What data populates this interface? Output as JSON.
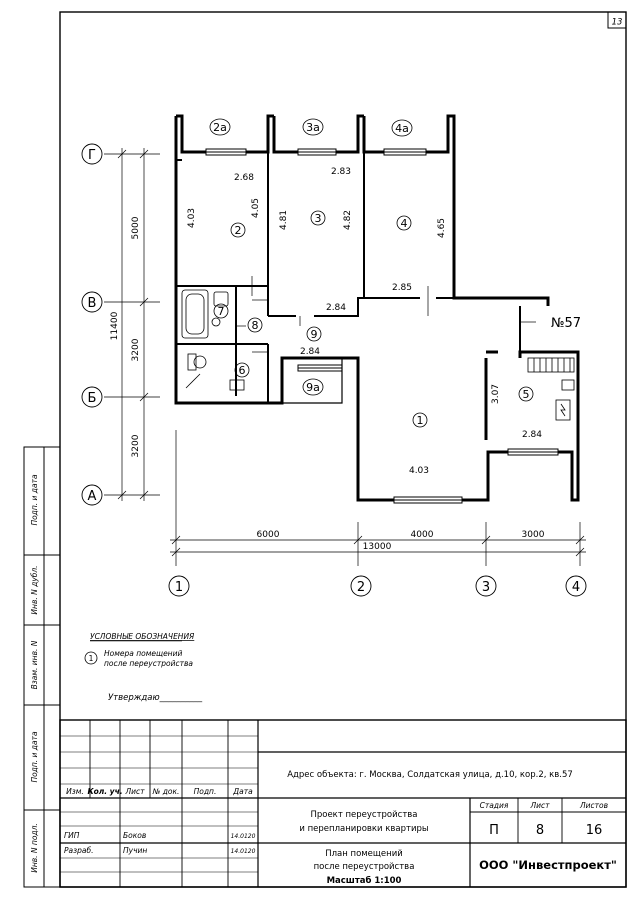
{
  "sheet_number": "13",
  "plan": {
    "apartment_label": "№57",
    "rooms": [
      {
        "id": "1",
        "label": "1"
      },
      {
        "id": "2",
        "label": "2"
      },
      {
        "id": "3",
        "label": "3"
      },
      {
        "id": "4",
        "label": "4"
      },
      {
        "id": "5",
        "label": "5"
      },
      {
        "id": "6",
        "label": "6"
      },
      {
        "id": "7",
        "label": "7"
      },
      {
        "id": "8",
        "label": "8"
      },
      {
        "id": "9",
        "label": "9"
      },
      {
        "id": "2a",
        "label": "2а"
      },
      {
        "id": "3a",
        "label": "3а"
      },
      {
        "id": "4a",
        "label": "4а"
      },
      {
        "id": "9a",
        "label": "9а"
      }
    ],
    "room_dims": [
      "2.68",
      "4.03",
      "4.05",
      "2.83",
      "4.81",
      "4.82",
      "4.65",
      "2.85",
      "2.84",
      "2.84",
      "4.03",
      "3.07",
      "2.84"
    ],
    "axes_letters": [
      "Г",
      "В",
      "Б",
      "А"
    ],
    "axes_numbers": [
      "1",
      "2",
      "3",
      "4"
    ],
    "vert_dims": [
      "5000",
      "3200",
      "3200"
    ],
    "vert_total": "11400",
    "horiz_dims": [
      "6000",
      "4000",
      "3000"
    ],
    "horiz_total": "13000"
  },
  "legend": {
    "title": "УСЛОВНЫЕ ОБОЗНАЧЕНИЯ",
    "symbol": "1",
    "line1": "Номера помещений",
    "line2": "после переустройства"
  },
  "approve": "Утверждаю__________",
  "side_labels": [
    "Подп. и дата",
    "Инв. N дубл.",
    "Взам. инв. N",
    "Подп. и дата",
    "Инв. N подл."
  ],
  "title_block": {
    "headers": [
      "Изм.",
      "Кол. уч.",
      "Лист",
      "№ док.",
      "Подп.",
      "Дата"
    ],
    "people": [
      {
        "role": "ГИП",
        "name": "Боков",
        "date": "14.0120"
      },
      {
        "role": "Разраб.",
        "name": "Пучин",
        "date": "14.0120"
      }
    ],
    "address": "Адрес объекта: г. Москва, Солдатская улица, д.10, кор.2, кв.57",
    "project_line1": "Проект переустройства",
    "project_line2": "и перепланировки квартиры",
    "sheet_line1": "План помещений",
    "sheet_line2": "после переустройства",
    "sheet_line3": "Масштаб 1:100",
    "stage_label": "Стадия",
    "list_label": "Лист",
    "lists_label": "Листов",
    "stage": "П",
    "list": "8",
    "lists": "16",
    "company": "ООО \"Инвестпроект\""
  }
}
